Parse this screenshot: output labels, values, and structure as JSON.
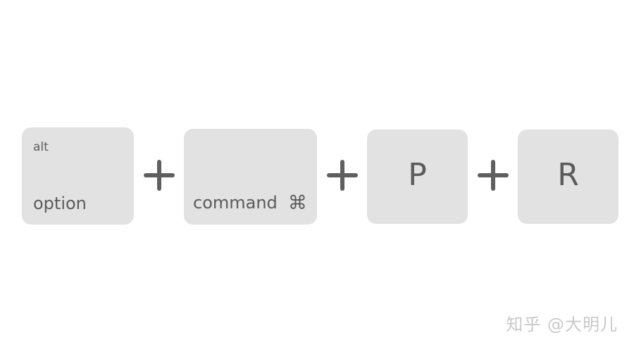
{
  "keys": {
    "option": {
      "small": "alt",
      "main": "option"
    },
    "command": {
      "main": "command",
      "symbol": "⌘"
    },
    "p": {
      "letter": "P"
    },
    "r": {
      "letter": "R"
    }
  },
  "separator": "+",
  "watermark": "知乎 @大明儿",
  "colors": {
    "background": "#ffffff",
    "key_fill": "#e2e2e2",
    "key_text": "#5b5b5b",
    "plus": "#5f5f5f",
    "watermark": "#c9c9c9"
  }
}
